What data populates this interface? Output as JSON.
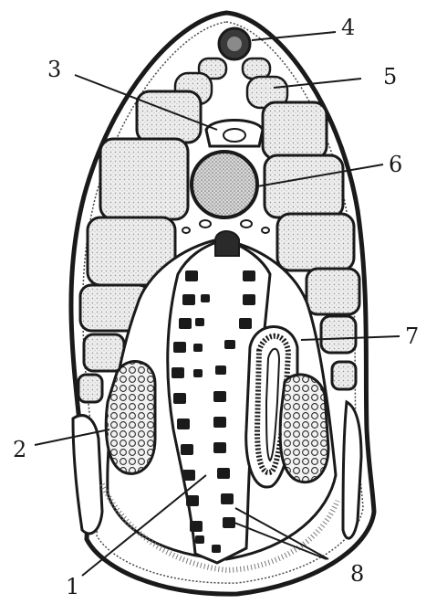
{
  "labels": {
    "l1": "1",
    "l2": "2",
    "l3": "3",
    "l4": "4",
    "l5": "5",
    "l6": "6",
    "l7": "7",
    "l8": "8"
  },
  "colors": {
    "ink": "#1a1a1a",
    "stipple": "#e6e6e6",
    "background": "#ffffff"
  }
}
